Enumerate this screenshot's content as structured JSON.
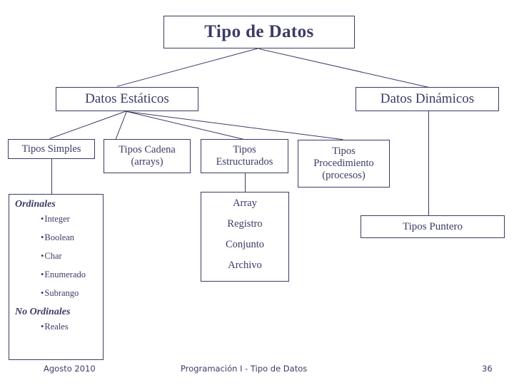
{
  "slide": {
    "title": "Tipo de  Datos",
    "accent_color": "#3b3b66",
    "background_color": "#ffffff"
  },
  "level2": {
    "static": "Datos Estáticos",
    "dynamic": "Datos Dinámicos"
  },
  "level3": {
    "simple": "Tipos Simples",
    "chain_line1": "Tipos Cadena",
    "chain_line2": "(arrays)",
    "structured_line1": "Tipos",
    "structured_line2": "Estructurados",
    "procedure_line1": "Tipos",
    "procedure_line2": "Procedimiento",
    "procedure_line3": "(procesos)"
  },
  "simple_types": {
    "ordinal_header": "Ordinales",
    "ordinal_items": [
      "Integer",
      "Boolean",
      "Char",
      "Enumerado",
      "Subrango"
    ],
    "non_ordinal_header": "No Ordinales",
    "non_ordinal_items": [
      "Reales"
    ],
    "bullet": "•"
  },
  "structured_types": {
    "items": [
      "Array",
      "Registro",
      "Conjunto",
      "Archivo"
    ]
  },
  "dynamic_types": {
    "pointer": "Tipos Puntero"
  },
  "footer": {
    "date": "Agosto 2010",
    "center": "Programación I - Tipo de Datos",
    "page": "36"
  }
}
